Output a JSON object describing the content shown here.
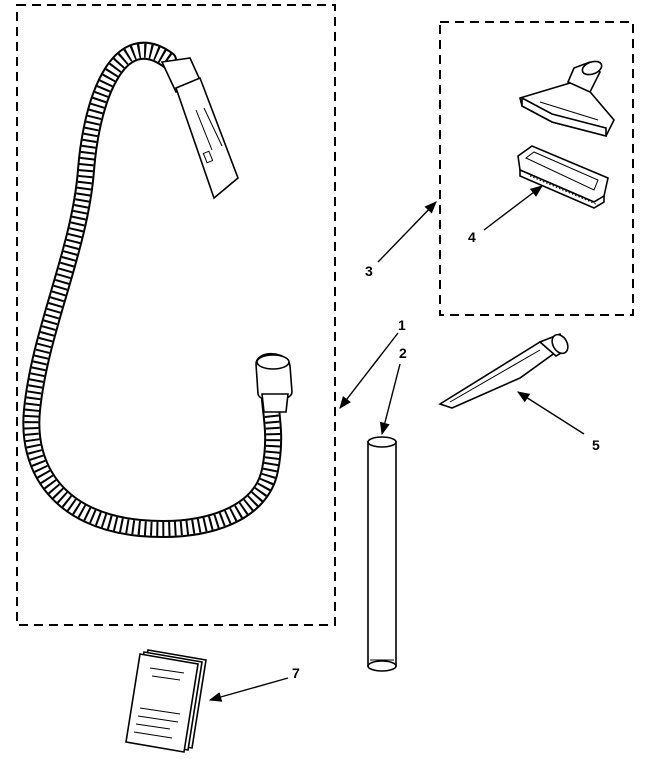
{
  "callouts": {
    "hose": "1",
    "wand": "2",
    "attachment_kit": "3",
    "brush": "4",
    "crevice_tool": "5",
    "manual": "7"
  }
}
